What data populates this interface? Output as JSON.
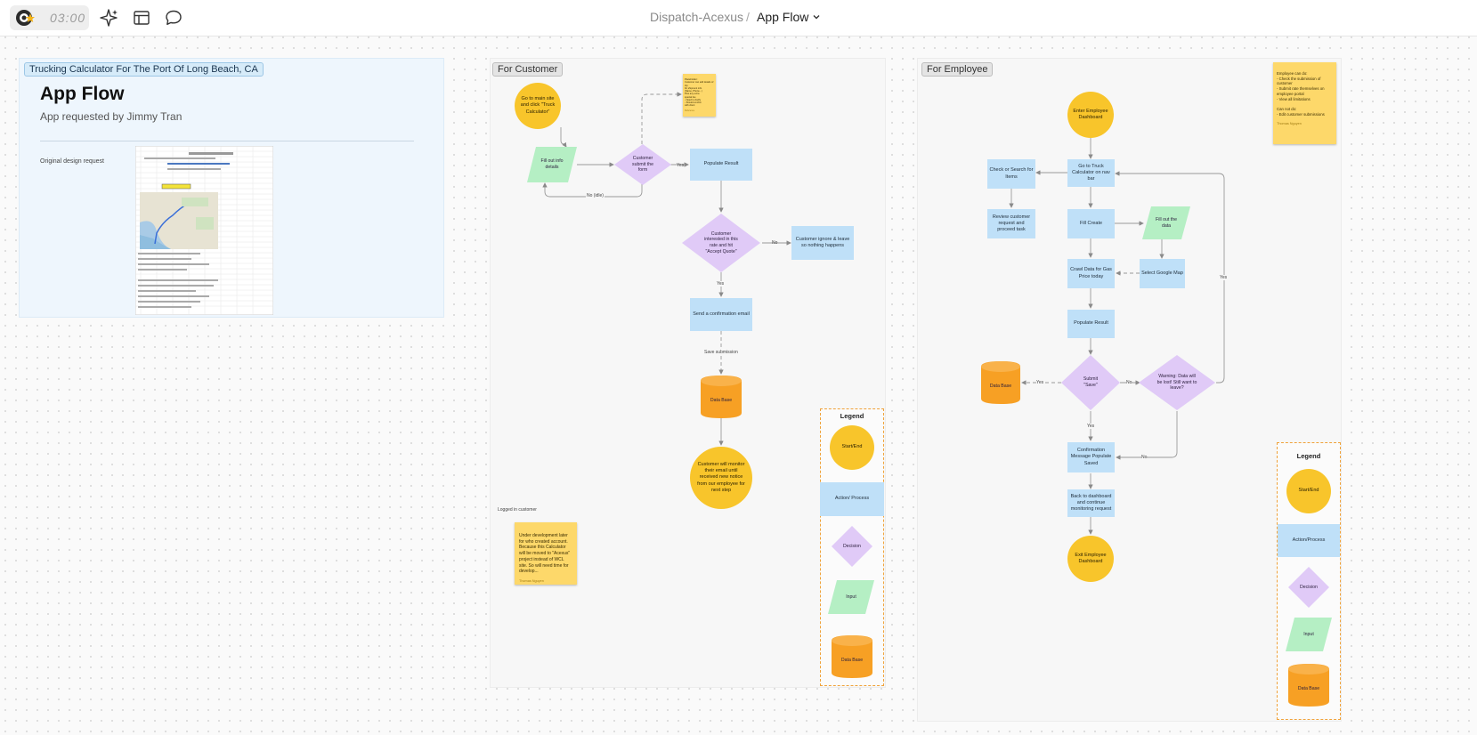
{
  "toolbar": {
    "timer": "03:00",
    "breadcrumb_project": "Dispatch-Acexus",
    "breadcrumb_sep": "/",
    "breadcrumb_page": "App Flow"
  },
  "overview": {
    "frame_label": "Trucking Calculator For The Port Of Long Beach, CA",
    "title": "App Flow",
    "subtitle": "App requested by Jimmy Tran",
    "design_label": "Original design request"
  },
  "customer": {
    "frame_label": "For Customer",
    "start": "Go to main site and click \"Truck Calculator\"",
    "fill_info": "Fill out info details",
    "submit_decision": "Customer submit the form",
    "populate": "Populate Result",
    "interested_decision": "Customer interested in this rate and hit \"Accept Quote\"",
    "ignore": "Customer ignore & leave so nothing happens",
    "confirmation": "Send a confirmation email",
    "save_label": "Save submission",
    "database": "Data Base",
    "end": "Customer will monitor their email until received new notice from our employee for next step",
    "yes1": "Yes",
    "no_idle": "No (idle)",
    "no2": "No",
    "yes2": "Yes",
    "logged_in": "Logged in customer",
    "sticky_small": "Placeholder:\nCustomer can add details of trip\nfor shipment info\n(Name, Phone...)\nPlus any extra\nspecial fee\n- Need to clarify\n- Should confirm\nwith client",
    "sticky_small_author": "Reference",
    "sticky_bottom": "Under development later for who created account. Because this Calculator will be moved to \"Acexus\" project instead of WCL site. So will need time for develop...",
    "sticky_bottom_author": "Thomas Nguyen"
  },
  "employee": {
    "frame_label": "For Employee",
    "start": "Enter Employee Dashboard",
    "check": "Check or Search for Items",
    "goto": "Go to Truck Calculator on nav bar",
    "review": "Review customer request and proceed task",
    "fill_create": "Fill Create",
    "fill_data": "Fill out the data",
    "crawl": "Crawl Data for Gas Price today",
    "google": "Select Google Map",
    "populate": "Populate Result",
    "submit_decision": "Submit \"Save\"",
    "warning_decision": "Warning: Data will be lost! Still want to leave?",
    "database": "Data Base",
    "confirmation": "Confirmation Message Populate Saved",
    "back": "Back to dashboard and continue monitoring request",
    "end": "Exit Employee Dashboard",
    "yes_db": "Yes",
    "no_warn": "No",
    "yes_down": "Yes",
    "no_back": "No",
    "yes_loop": "Yes",
    "sticky": "Employee can do:\n- Check the submission of customer\n- Submit rate themselves on employee portal\n- View all limitations\n\nCan not do:\n- Edit customer submissions",
    "sticky_author": "Thomas Nguyen"
  },
  "legend": {
    "title": "Legend",
    "start_end": "Start/End",
    "action_space": "Action/ Process",
    "action": "Action/Process",
    "decision": "Decision",
    "input": "Input",
    "database": "Data Base"
  },
  "colors": {
    "start_end": "#f8c52b",
    "process": "#bfe0f8",
    "decision": "#e0caf7",
    "input": "#b5efc4",
    "database": "#f7a024",
    "sticky": "#fdd86a",
    "legend_border": "#f0a23a"
  },
  "icons": [
    "app-logo-icon",
    "ai-sparkle-icon",
    "layout-icon",
    "comment-icon",
    "chevron-down-icon"
  ]
}
